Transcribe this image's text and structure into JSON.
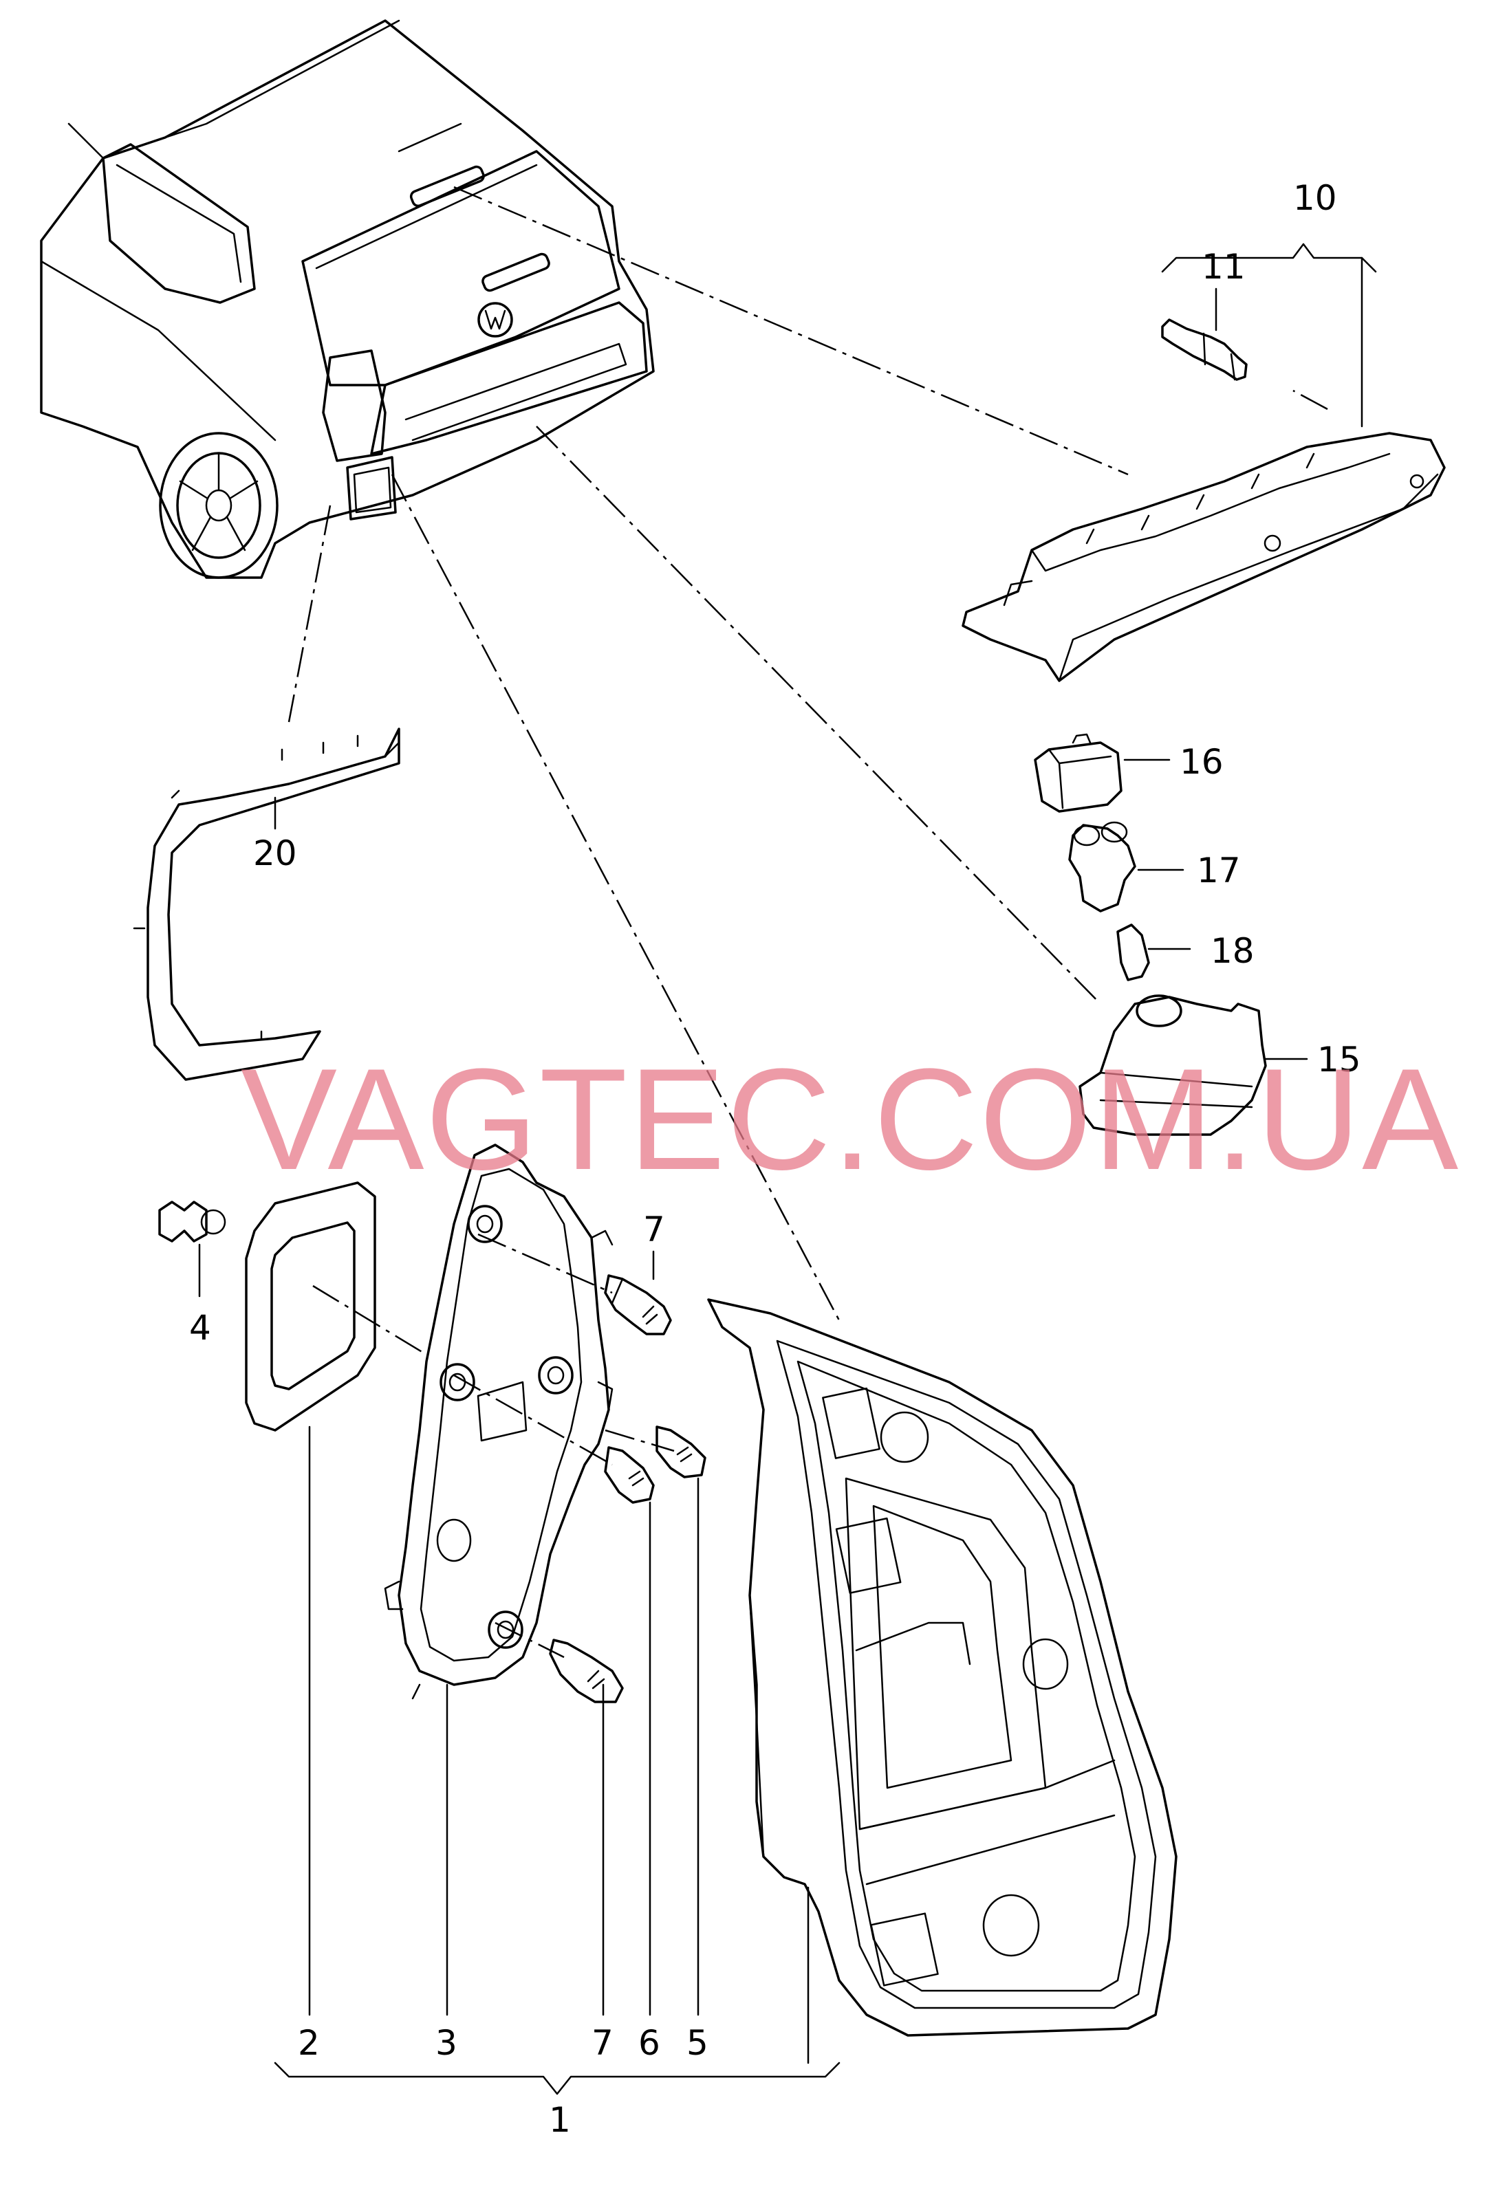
{
  "callouts": {
    "c1": "1",
    "c2": "2",
    "c3": "3",
    "c4": "4",
    "c5": "5",
    "c6": "6",
    "c7a": "7",
    "c7b": "7",
    "c10": "10",
    "c11": "11",
    "c15": "15",
    "c16": "16",
    "c17": "17",
    "c18": "18",
    "c20": "20"
  },
  "watermark": "VAGTEC.COM.UA",
  "colors": {
    "watermark": "#e87a8a",
    "line": "#000000",
    "background": "#ffffff"
  }
}
